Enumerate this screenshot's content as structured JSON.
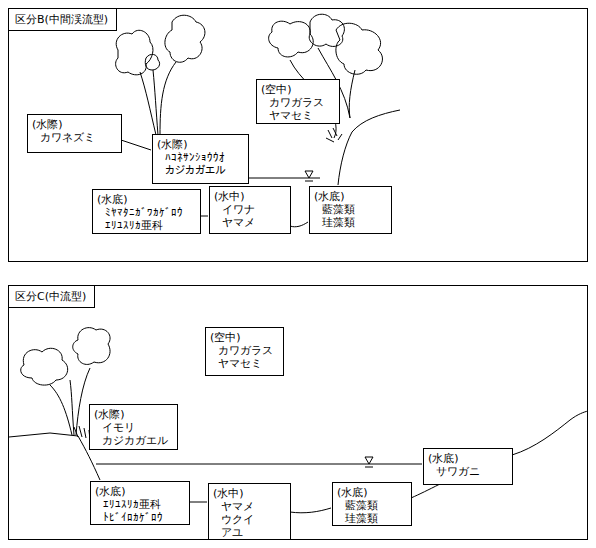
{
  "diagram": {
    "nodes": [
      {
        "text": [
          "区分B(中間渓流型)"
        ]
      },
      {
        "text": [
          "(空中)",
          "カワガラス ヤマセミ"
        ],
        "in": 0
      },
      {
        "text": [
          "(水際)",
          "カワネズミ"
        ],
        "in": 0
      },
      {
        "text": [
          "(水際)",
          "ﾊｺﾈｻﾝｼｮｳｳｵ カジカガエル"
        ],
        "in": 0
      },
      {
        "text": [
          "(水底)",
          "ﾐﾔﾏﾀﾆｶﾞﾜｶｹﾞﾛｳ ｴﾘﾕｽﾘｶ亜科"
        ],
        "in": 0
      },
      {
        "text": [
          "(水中)",
          "イワナ ヤマメ"
        ],
        "in": 0
      },
      {
        "text": [
          "(水底)",
          "藍藻類 珪藻類"
        ],
        "in": 0
      },
      {
        "text": [
          "区分C(中流型)"
        ]
      },
      {
        "text": [
          "(空中)",
          "カワガラス ヤマセミ"
        ],
        "in": 7
      },
      {
        "text": [
          "(水際)",
          "イモリ カジカガエル"
        ],
        "in": 7
      },
      {
        "text": [
          "(水底)",
          "サワガニ"
        ],
        "in": 7
      },
      {
        "text": [
          "(水底)",
          "ｴﾘﾕｽﾘｶ亜科 ﾄﾋﾞｲﾛｶｹﾞﾛｳ"
        ],
        "in": 7
      },
      {
        "text": [
          "(水中)",
          "ヤマメ ウクイ アユ"
        ],
        "in": 7
      },
      {
        "text": [
          "(水底)",
          "藍藻類 珪藻類"
        ],
        "in": 7
      }
    ]
  }
}
